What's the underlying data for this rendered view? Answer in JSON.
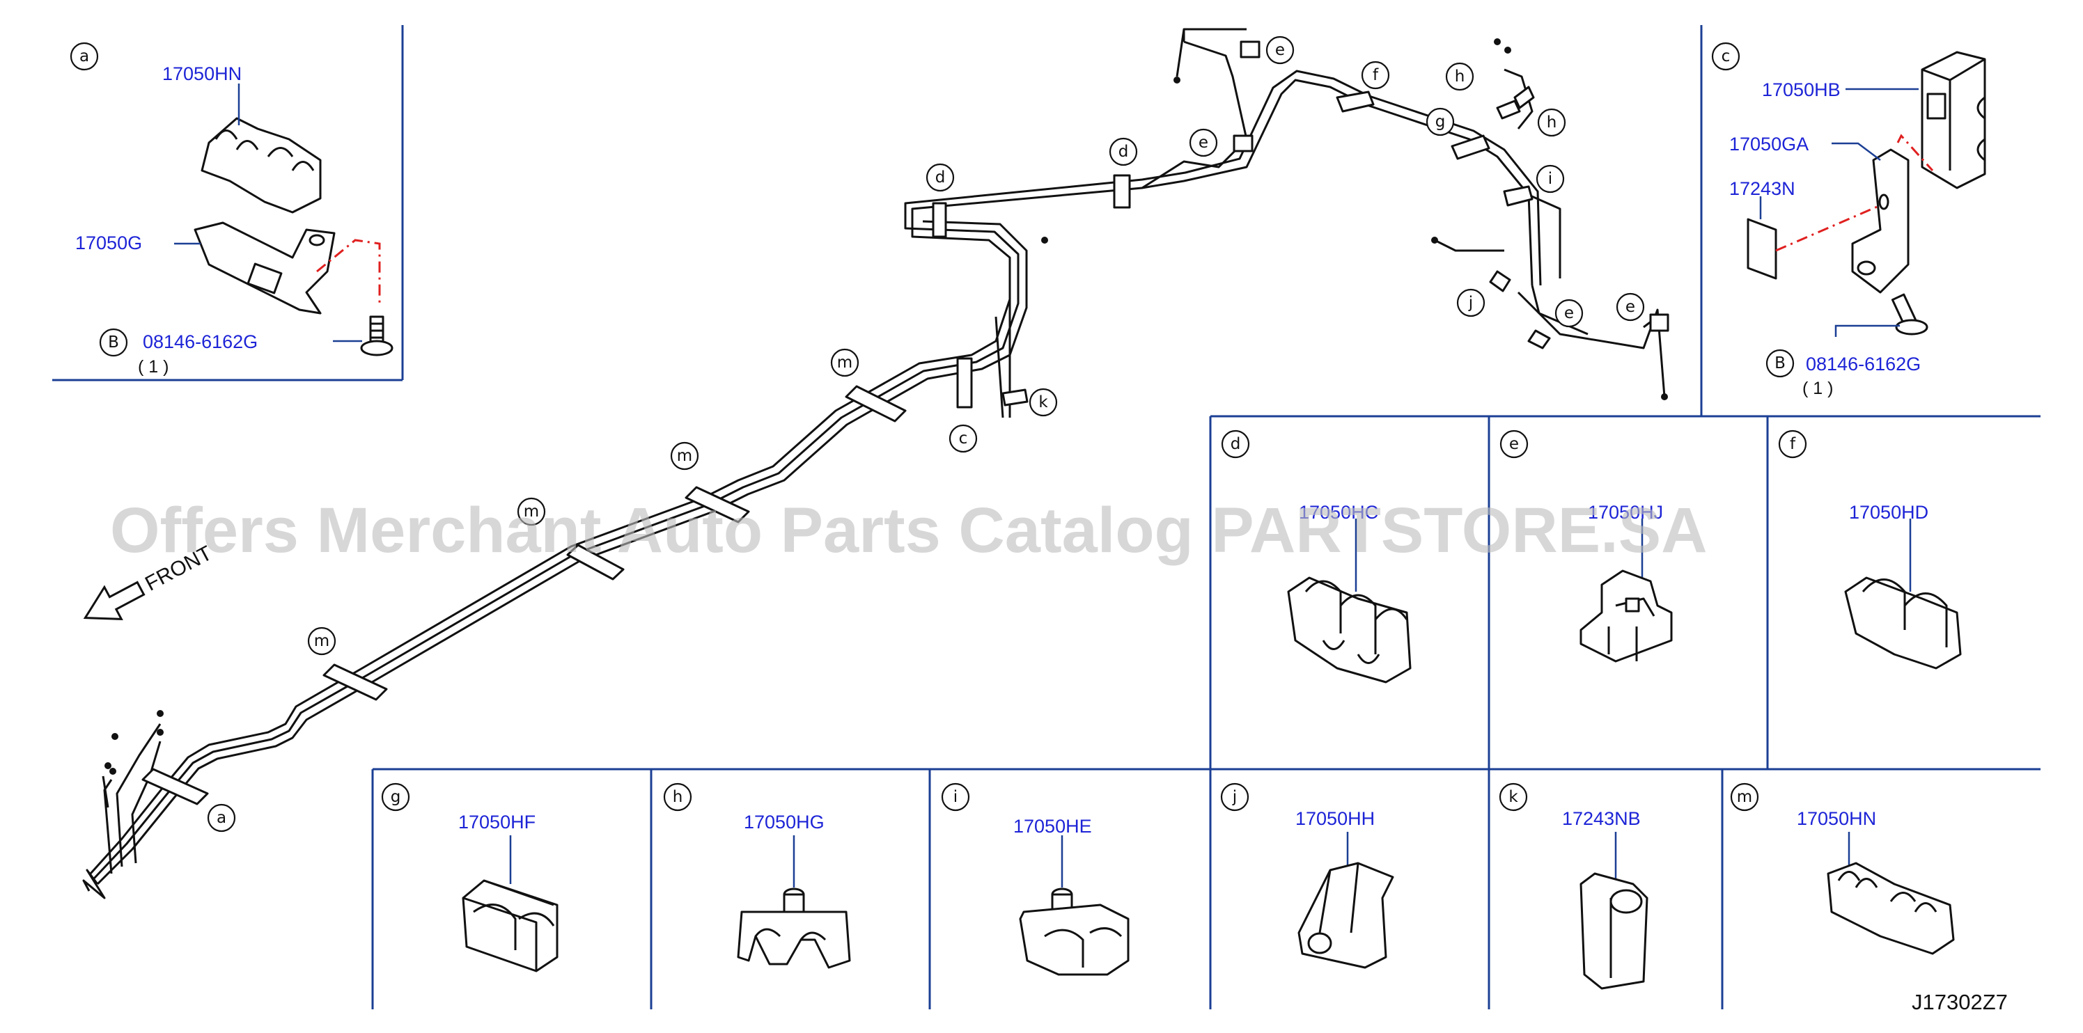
{
  "diagram": {
    "watermark": "Offers Merchant Auto Parts Catalog PARTSTORE.SA",
    "front_label": "FRONT",
    "figure_code": "J17302Z7",
    "route_callouts": [
      "d",
      "e",
      "e",
      "e",
      "e",
      "f",
      "h",
      "h",
      "g",
      "i",
      "j",
      "k",
      "c",
      "m",
      "m",
      "m",
      "m",
      "a"
    ],
    "detail_a": {
      "letter": "a",
      "clip_pn": "17050HN",
      "bracket_pn": "17050G",
      "bolt_letter": "B",
      "bolt_pn": "08146-6162G",
      "bolt_qty": "( 1 )"
    },
    "detail_c": {
      "letter": "c",
      "clip_pn": "17050HB",
      "bracket_pn": "17050GA",
      "pad_pn": "17243N",
      "bolt_letter": "B",
      "bolt_pn": "08146-6162G",
      "bolt_qty": "( 1 )"
    },
    "details": [
      {
        "letter": "d",
        "pn": "17050HC"
      },
      {
        "letter": "e",
        "pn": "17050HJ"
      },
      {
        "letter": "f",
        "pn": "17050HD"
      },
      {
        "letter": "g",
        "pn": "17050HF"
      },
      {
        "letter": "h",
        "pn": "17050HG"
      },
      {
        "letter": "i",
        "pn": "17050HE"
      },
      {
        "letter": "j",
        "pn": "17050HH"
      },
      {
        "letter": "k",
        "pn": "17243NB"
      },
      {
        "letter": "m",
        "pn": "17050HN"
      }
    ]
  }
}
